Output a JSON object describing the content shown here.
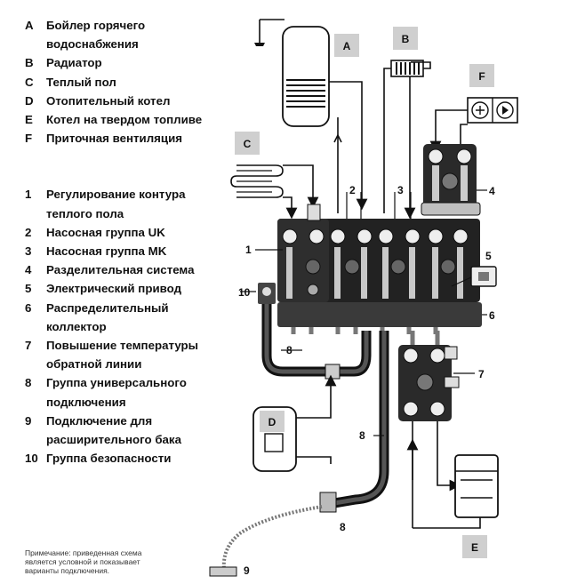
{
  "legend_letters": [
    {
      "key": "A",
      "text": "Бойлер горячего водоснабжения"
    },
    {
      "key": "B",
      "text": "Радиатор"
    },
    {
      "key": "C",
      "text": "Теплый пол"
    },
    {
      "key": "D",
      "text": "Отопительный котел"
    },
    {
      "key": "E",
      "text": "Котел на твердом топливе"
    },
    {
      "key": "F",
      "text": "Приточная вентиляция"
    }
  ],
  "legend_numbers": [
    {
      "key": "1",
      "text": "Регулирование контура теплого пола"
    },
    {
      "key": "2",
      "text": "Насосная группа UK"
    },
    {
      "key": "3",
      "text": "Насосная группа MK"
    },
    {
      "key": "4",
      "text": "Разделительная система"
    },
    {
      "key": "5",
      "text": "Электрический привод"
    },
    {
      "key": "6",
      "text": "Распределительный коллектор"
    },
    {
      "key": "7",
      "text": "Повышение температуры обратной линии"
    },
    {
      "key": "8",
      "text": "Группа универсального подключения"
    },
    {
      "key": "9",
      "text": "Подключение для расширительного бака"
    },
    {
      "key": "10",
      "text": "Группа безопасности"
    }
  ],
  "note": "Примечание: приведенная схема является условной и показывает варианты подключения.",
  "diagram": {
    "box_tags": {
      "A": "A",
      "B": "B",
      "C": "C",
      "D": "D",
      "E": "E",
      "F": "F"
    },
    "callouts": {
      "n1": "1",
      "n2": "2",
      "n3": "3",
      "n4": "4",
      "n5": "5",
      "n6": "6",
      "n7": "7",
      "n8a": "8",
      "n8b": "8",
      "n8c": "8",
      "n9": "9",
      "n10": "10"
    }
  }
}
